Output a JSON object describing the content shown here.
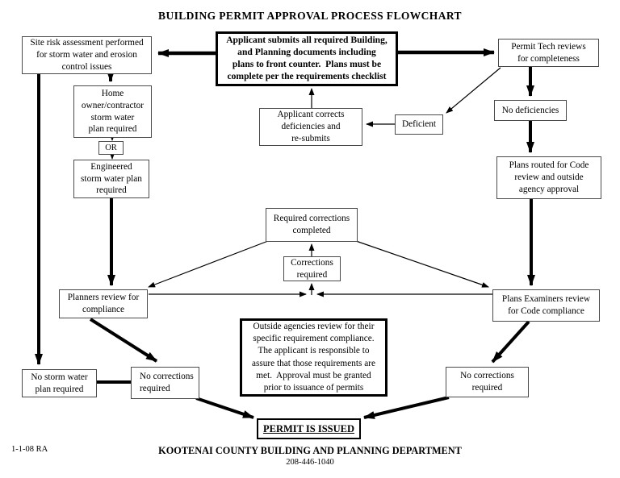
{
  "title": "BUILDING PERMIT APPROVAL PROCESS FLOWCHART",
  "nodes": {
    "site_risk": "Site risk assessment performed\nfor storm water and erosion\ncontrol issues",
    "applicant_submits": "Applicant submits all required Building,\nand Planning documents including\nplans to front counter.  Plans must be\ncomplete per the requirements checklist",
    "permit_tech": "Permit Tech reviews\nfor completeness",
    "home_owner": "Home\nowner/contractor\nstorm water\nplan required",
    "or": "OR",
    "engineered": "Engineered\nstorm water plan\nrequired",
    "applicant_corrects": "Applicant corrects\ndeficiencies and\nre-submits",
    "deficient": "Deficient",
    "no_deficiencies": "No deficiencies",
    "plans_routed": "Plans routed for Code\nreview and outside\nagency approval",
    "required_corrections": "Required corrections\ncompleted",
    "corrections_required": "Corrections\nrequired",
    "planners_review": "Planners review for\ncompliance",
    "plans_examiners": "Plans Examiners review\nfor Code compliance",
    "outside_agencies": "Outside agencies review for their\nspecific requirement compliance.\nThe applicant is responsible to\nassure that those requirements are\nmet.  Approval must be granted\nprior to issuance of permits",
    "no_storm_water": "No storm water\nplan required",
    "no_corrections_left": "No corrections\nrequired",
    "no_corrections_right": "No corrections\nrequired",
    "permit_issued": "PERMIT IS ISSUED"
  },
  "footer": {
    "revision": "1-1-08 RA",
    "department": "KOOTENAI COUNTY BUILDING AND PLANNING DEPARTMENT",
    "phone": "208-446-1040"
  },
  "colors": {
    "line": "#000000",
    "thin_border": "#4a4a4a",
    "background": "#ffffff",
    "text": "#000000"
  }
}
